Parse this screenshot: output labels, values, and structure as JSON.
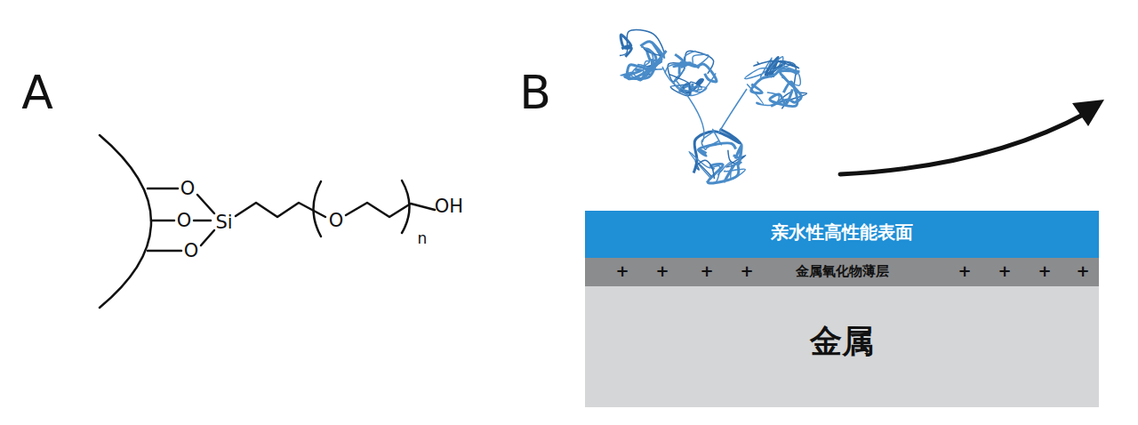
{
  "diagram": {
    "nodes": [
      {
        "text": [
          "亲水性高性能表面"
        ]
      },
      {
        "text": [
          "金属氧化物薄层"
        ]
      },
      {
        "text": [
          "金属"
        ]
      }
    ],
    "labels": [
      "A",
      "O",
      "O",
      "O",
      "Si",
      "O",
      "OH",
      "n",
      "B",
      "+",
      "+",
      "+",
      "+",
      "+",
      "+",
      "+",
      "+"
    ]
  }
}
